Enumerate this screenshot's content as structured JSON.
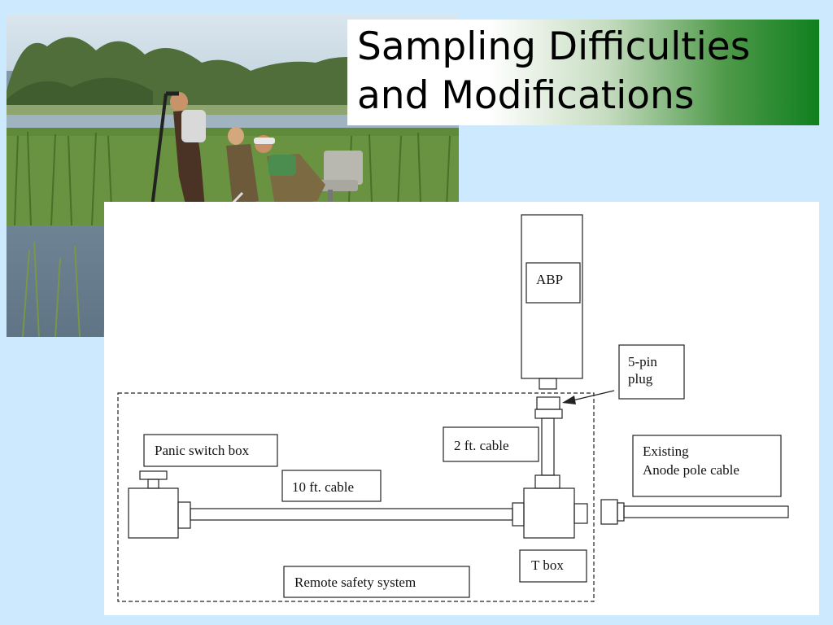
{
  "slide": {
    "title_line1": "Sampling Difficulties",
    "title_line2": "and Modifications"
  },
  "diagram": {
    "labels": {
      "abp": "ABP",
      "five_pin_line1": "5-pin",
      "five_pin_line2": "plug",
      "two_ft_cable": "2 ft. cable",
      "panic_switch_box": "Panic switch box",
      "ten_ft_cable": "10 ft. cable",
      "existing_line1": "Existing",
      "existing_line2": "Anode pole cable",
      "t_box": "T box",
      "remote_safety_system": "Remote safety system"
    }
  },
  "colors": {
    "background": "#cce9fd",
    "title_gradient_end": "#0f7f1e",
    "line": "#222222"
  }
}
